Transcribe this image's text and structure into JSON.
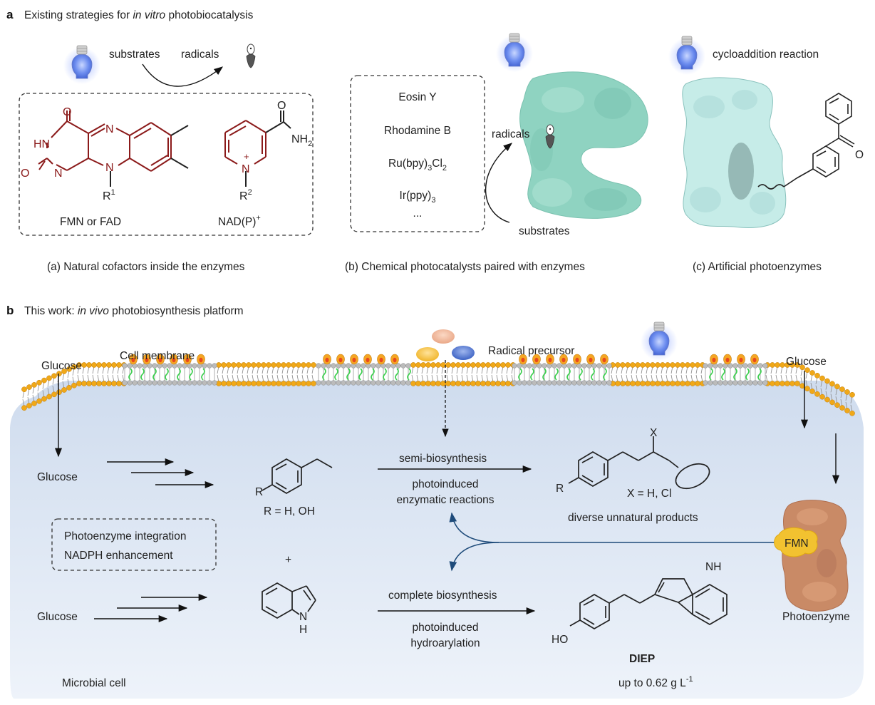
{
  "panel_a": {
    "letter": "a",
    "title_pre": "Existing strategies for ",
    "title_em": "in vitro",
    "title_post": " photobiocatalysis",
    "sub_a": {
      "substrates": "substrates",
      "radicals": "radicals",
      "cofactor1_name": "FMN or FAD",
      "cofactor2_name": "NAD(P)",
      "cofactor2_sup": "+",
      "atoms": {
        "O": "O",
        "N": "N",
        "HN": "HN",
        "NH2": "NH",
        "NH2_sub": "2",
        "R1": "R",
        "R1_sup": "1",
        "R2": "R",
        "R2_sup": "2",
        "plus": "+"
      },
      "caption": "(a) Natural cofactors inside the enzymes"
    },
    "sub_b": {
      "catalysts": [
        {
          "main": "Eosin Y"
        },
        {
          "main": "Rhodamine B"
        },
        {
          "main": "Ru(bpy)",
          "sub1": "3",
          "mid": "Cl",
          "sub2": "2"
        },
        {
          "main": "Ir(ppy)",
          "sub1": "3"
        },
        {
          "main": "..."
        }
      ],
      "radicals": "radicals",
      "substrates": "substrates",
      "caption": "(b) Chemical photocatalysts paired with enzymes"
    },
    "sub_c": {
      "reaction": "cycloaddition reaction",
      "carbonyl_O": "O",
      "caption": "(c) Artificial photoenzymes"
    }
  },
  "panel_b": {
    "letter": "b",
    "title_pre": "This work: ",
    "title_em": "in vivo",
    "title_post": " photobiosynthesis platform",
    "cell_membrane": "Cell membrane",
    "radical_precursor": "Radical precursor",
    "glucose_top_left": "Glucose",
    "glucose_top_right": "Glucose",
    "glucose_row1": "Glucose",
    "glucose_row2": "Glucose",
    "styrene_R": "R",
    "styrene_label": "R = H, OH",
    "plus": "+",
    "indole_H": "H",
    "indole_N": "N",
    "integration_box": [
      "Photoenzyme integration",
      "NADPH enhancement"
    ],
    "semi_bio": "semi-biosynthesis",
    "photo_enz_1": "photoinduced",
    "photo_enz_2": "enzymatic reactions",
    "product_X": "X",
    "product_R": "R",
    "product_xdef": "X = H, Cl",
    "diverse": "diverse unnatural products",
    "complete_bio": "complete biosynthesis",
    "hydro_1": "photoinduced",
    "hydro_2": "hydroarylation",
    "diep_HO": "HO",
    "diep_NH": "NH",
    "diep_name": "DIEP",
    "yield_pre": "up to 0.62 g L",
    "yield_sup": "-1",
    "fmn": "FMN",
    "photoenzyme": "Photoenzyme",
    "microbial_cell": "Microbial cell"
  },
  "colors": {
    "cofactor_red": "#8b1a1a",
    "protein_teal": "#8fd3c1",
    "protein_pale": "#c6ece8",
    "enzyme_brown": "#c98a66",
    "fmn_yellow": "#f2c230",
    "cell_blue": "#dfe9f5",
    "arrow_navy": "#1e4b7a",
    "bulb_blue": "#5b7ee8"
  }
}
